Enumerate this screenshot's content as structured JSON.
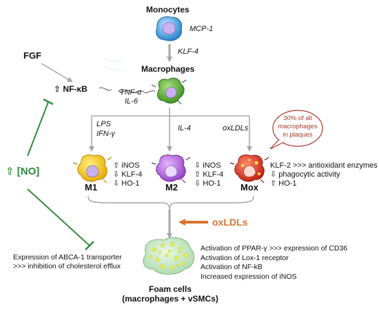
{
  "monocytes": {
    "title": "Monocytes",
    "mediator": "MCP-1",
    "step": "KLF-4"
  },
  "macrophages": {
    "title": "Macrophages",
    "cytokines": [
      "TNF-α",
      "IL-6"
    ]
  },
  "fgf": {
    "label": "FGF"
  },
  "nfkb": {
    "arrow": "⇧",
    "label": "NF-κB"
  },
  "no": {
    "arrow": "⇧",
    "label": "[NO]"
  },
  "stimuli": {
    "m1": [
      "LPS",
      "IFN-γ"
    ],
    "m2": "IL-4",
    "mox": "oxLDLs"
  },
  "callout": [
    "30% of all",
    "macrophages",
    "in plaques"
  ],
  "m1": {
    "label": "M1",
    "markers": [
      "⇧ iNOS",
      "⇩ KLF-4",
      "⇩ HO-1"
    ]
  },
  "m2": {
    "label": "M2",
    "markers": [
      "⇩ iNOS",
      "⇧ KLF-4",
      "⇩ HO-1"
    ]
  },
  "mox": {
    "label": "Mox",
    "markers": [
      "KLF-2 >>> antioxidant enzymes",
      "⇩ phagocytic activity",
      "⇧ HO-1"
    ]
  },
  "oxldl": {
    "label": "oxLDLs"
  },
  "abca": {
    "lines": [
      "Expression of ABCA-1 transporter",
      ">>> inhibition of cholesterol efflux"
    ]
  },
  "foam": {
    "effects": [
      "Activation of PPAR-γ >>> expression of CD36",
      "Activation of Lox-1 receptor",
      "Activation of NF-kB",
      "Increased expression of iNOS"
    ],
    "title": [
      "Foam cells",
      "(macrophages + vSMCs)"
    ]
  },
  "colors": {
    "green": "#2f8a3a",
    "orange": "#d9742b",
    "grey_arrow": "#a6a6a6",
    "m1_cell": "#f5c400",
    "m2_cell": "#b266d9",
    "mox_cell": "#d62b1e",
    "macrophage_cell": "#4fa832",
    "monocyte_cell": "#2a8fd6",
    "foam_cell": "#bfe3c2"
  }
}
